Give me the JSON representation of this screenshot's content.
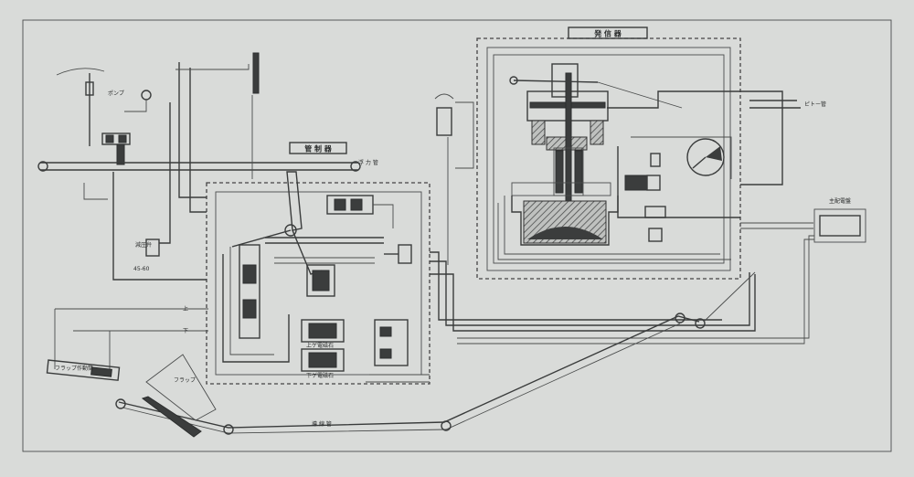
{
  "labels": {
    "transmitter_title": "発 信 器",
    "controller_title": "管 制 器",
    "main_switchboard": "主配電盤",
    "pitot_tube": "ピトー管",
    "flap_tube": "フラップ作動筒",
    "flap": "フラップ",
    "lead_tube": "導 線 管",
    "float_tube": "浮 力 管",
    "pump": "ポンプ",
    "up": "上",
    "down": "下",
    "gauge_range": "45-60",
    "reducing_valve": "減圧弁",
    "upper_solenoid": "上ゲ電磁石",
    "lower_solenoid": "下ゲ電磁石"
  },
  "colors": {
    "paper": "#d9dbd9",
    "ink": "#3a3c3c"
  }
}
